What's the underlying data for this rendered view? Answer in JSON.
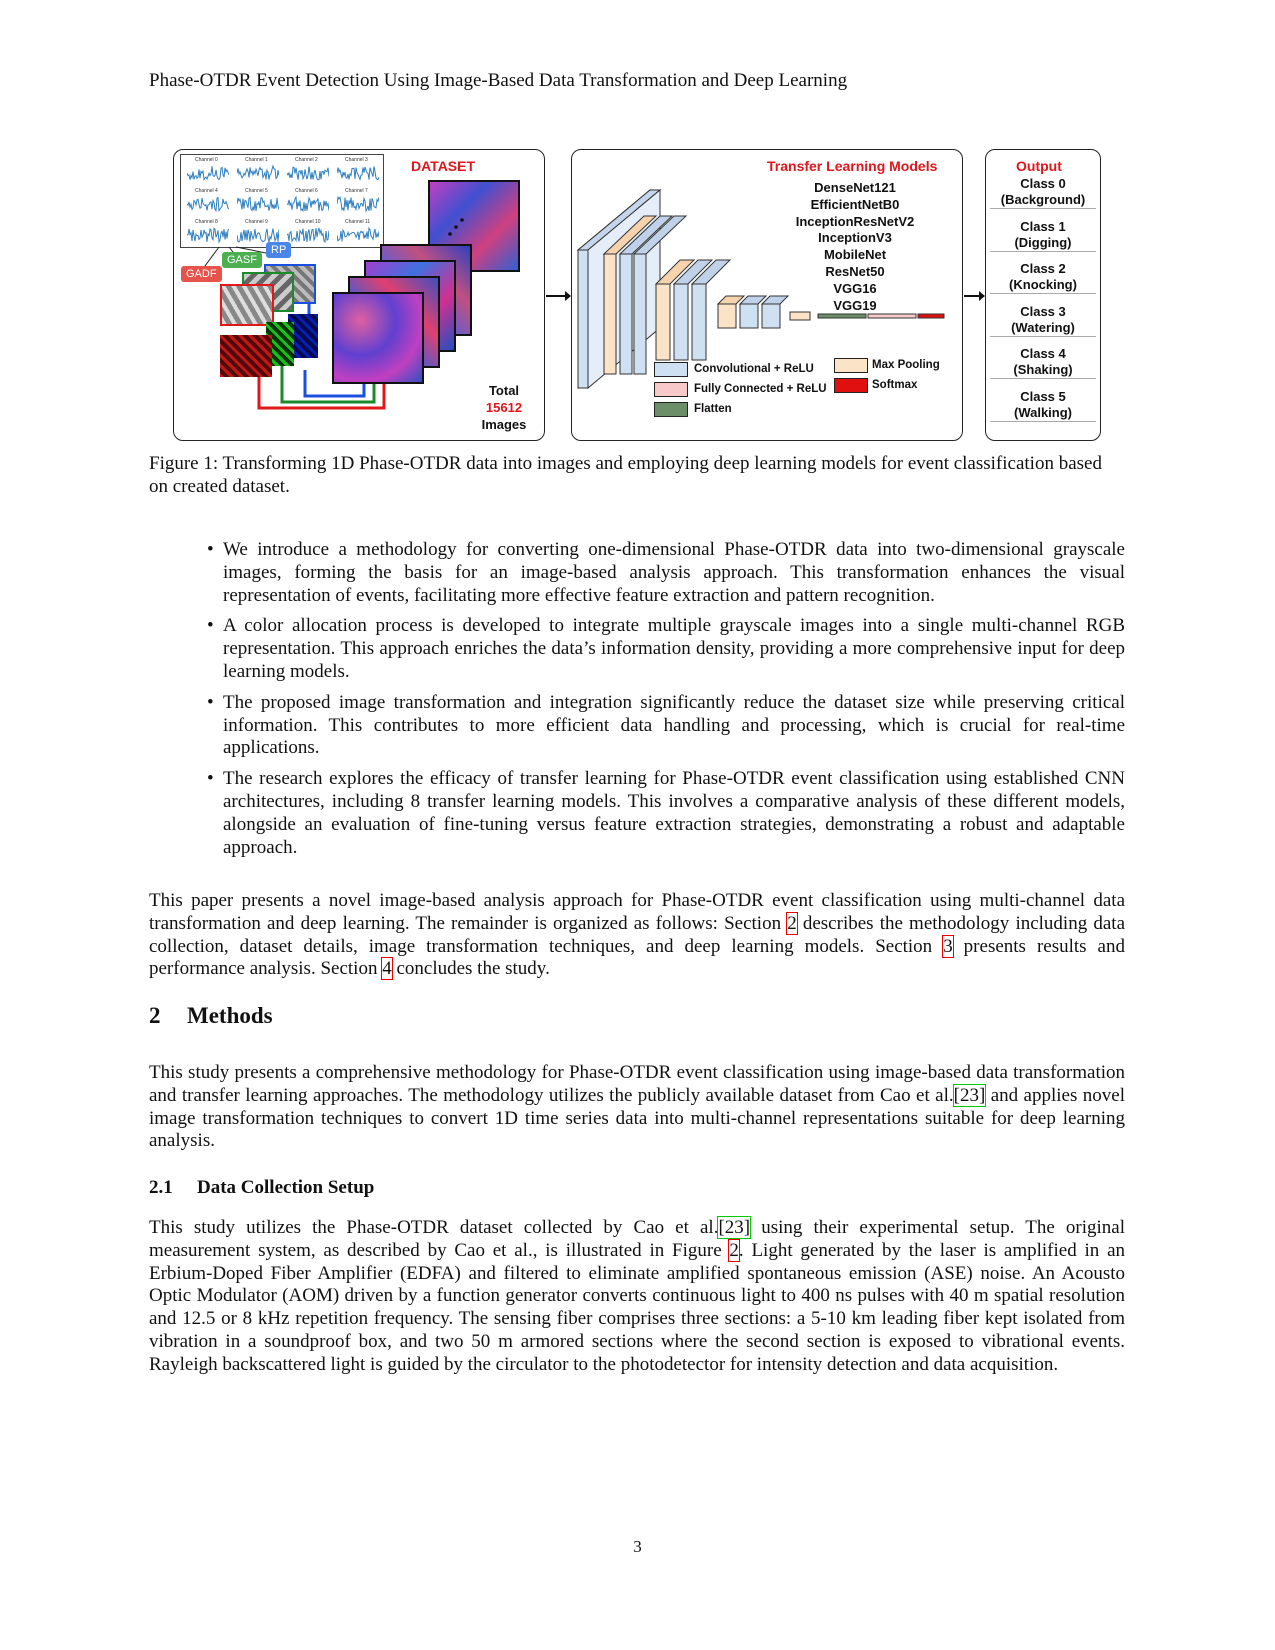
{
  "running_head": "Phase-OTDR Event Detection Using Image-Based Data Transformation and Deep Learning",
  "figure": {
    "dataset_title": "DATASET",
    "channels": [
      "Channel 0",
      "Channel 1",
      "Channel 2",
      "Channel 3",
      "Channel 4",
      "Channel 5",
      "Channel 6",
      "Channel 7",
      "Channel 8",
      "Channel 9",
      "Channel 10",
      "Channel 11"
    ],
    "tags": {
      "gadf": "GADF",
      "gasf": "GASF",
      "rp": "RP"
    },
    "total_label": "Total",
    "total_value": "15612",
    "images_label": "Images",
    "models_title": "Transfer Learning Models",
    "models": [
      "DenseNet121",
      "EfficientNetB0",
      "InceptionResNetV2",
      "InceptionV3",
      "MobileNet",
      "ResNet50",
      "VGG16",
      "VGG19"
    ],
    "legend": {
      "conv": "Convolutional + ReLU",
      "fc": "Fully Connected + ReLU",
      "flatten": "Flatten",
      "pool": "Max Pooling",
      "softmax": "Softmax"
    },
    "output_title": "Output",
    "classes": [
      {
        "line1": "Class 0",
        "line2": "(Background)"
      },
      {
        "line1": "Class 1",
        "line2": "(Digging)"
      },
      {
        "line1": "Class 2",
        "line2": "(Knocking)"
      },
      {
        "line1": "Class 3",
        "line2": "(Watering)"
      },
      {
        "line1": "Class 4",
        "line2": "(Shaking)"
      },
      {
        "line1": "Class 5",
        "line2": "(Walking)"
      }
    ],
    "colors": {
      "title_red": "#e0161b",
      "gadf": "#e5534b",
      "gasf": "#4caf50",
      "rp": "#4a86e8",
      "conv": "#cfe0f3",
      "pool": "#fbe3c8",
      "fc": "#f7c9c9",
      "flatten": "#6c8f6a",
      "softmax": "#e01010"
    }
  },
  "caption": "Figure 1: Transforming 1D Phase-OTDR data into images and employing deep learning models for event classification based on created dataset.",
  "bullets": [
    "We introduce a methodology for converting one-dimensional Phase-OTDR data into two-dimensional grayscale images, forming the basis for an image-based analysis approach. This transformation enhances the visual representation of events, facilitating more effective feature extraction and pattern recognition.",
    "A color allocation process is developed to integrate multiple grayscale images into a single multi-channel RGB representation. This approach enriches the data’s information density, providing a more comprehensive input for deep learning models.",
    "The proposed image transformation and integration significantly reduce the dataset size while preserving critical information. This contributes to more efficient data handling and processing, which is crucial for real-time applications.",
    "The research explores the efficacy of transfer learning for Phase-OTDR event classification using established CNN architectures, including 8 transfer learning models. This involves a comparative analysis of these different models, alongside an evaluation of fine-tuning versus feature extraction strategies, demonstrating a robust and adaptable approach."
  ],
  "intro_para": {
    "p1": "This paper presents a novel image-based analysis approach for Phase-OTDR event classification using multi-channel data transformation and deep learning. The remainder is organized as follows: Section ",
    "ref1": "2",
    "p2": " describes the methodology including data collection, dataset details, image transformation techniques, and deep learning models. Section ",
    "ref2": "3",
    "p3": " presents results and performance analysis. Section ",
    "ref3": "4",
    "p4": " concludes the study."
  },
  "section": {
    "number": "2",
    "title": "Methods"
  },
  "methods_para": {
    "p1": "This study presents a comprehensive methodology for Phase-OTDR event classification using image-based data transformation and transfer learning approaches. The methodology utilizes the publicly available dataset from Cao et al.",
    "ref": "[23]",
    "p2": " and applies novel image transformation techniques to convert 1D time series data into multi-channel representations suitable for deep learning analysis."
  },
  "subsection": {
    "number": "2.1",
    "title": "Data Collection Setup"
  },
  "setup_para": {
    "p1": "This study utilizes the Phase-OTDR dataset collected by Cao et al.",
    "ref1": "[23]",
    "p2": " using their experimental setup. The original measurement system, as described by Cao et al., is illustrated in Figure ",
    "ref2": "2",
    "p3": ". Light generated by the laser is amplified in an Erbium-Doped Fiber Amplifier (EDFA) and filtered to eliminate amplified spontaneous emission (ASE) noise. An Acousto Optic Modulator (AOM) driven by a function generator converts continuous light to 400 ns pulses with 40 m spatial resolution and 12.5 or 8 kHz repetition frequency. The sensing fiber comprises three sections: a 5-10 km leading fiber kept isolated from vibration in a soundproof box, and two 50 m armored sections where the second section is exposed to vibrational events. Rayleigh backscattered light is guided by the circulator to the photodetector for intensity detection and data acquisition."
  },
  "page_number": "3"
}
